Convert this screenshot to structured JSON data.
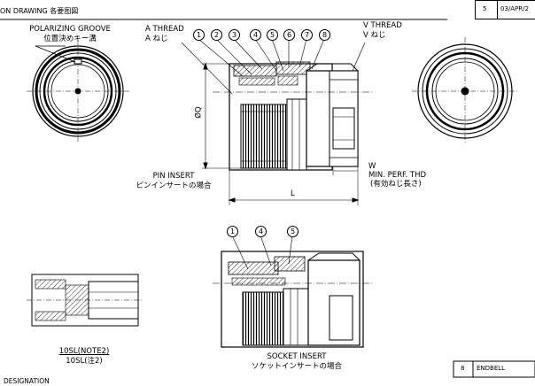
{
  "header": {
    "caption_rev": "ON DRAWING 各要图図",
    "top_fragment": "- - - - -"
  },
  "revision_block": {
    "col1": "5",
    "col2": "03/APR/2"
  },
  "front_view": {
    "title_en": "POLARIZING GROOVE",
    "title_ja": "位置決めキー溝"
  },
  "side_view": {
    "a_thread_en": "A THREAD",
    "a_thread_ja": "A ねじ",
    "v_thread_en": "V THREAD",
    "v_thread_ja": "V ねじ",
    "dim_diameter": "ØQ",
    "dim_w": "W",
    "dim_w_en": "MIN. PERF. THD",
    "dim_w_ja": "(有効ねじ長さ)",
    "dim_length": "L",
    "caption_en": "PIN INSERT",
    "caption_ja": "ピンインサートの場合",
    "balloons": [
      "1",
      "2",
      "3",
      "4",
      "5",
      "6",
      "7",
      "8"
    ]
  },
  "socket_view": {
    "caption_en": "SOCKET INSERT",
    "caption_ja": "ソケットインサートの場合",
    "balloons": [
      "1",
      "4",
      "5"
    ]
  },
  "small_view": {
    "caption_en": "10SL(NOTE2)",
    "caption_ja": "10SL(注2)"
  },
  "footer": {
    "designation": "DESIGNATION"
  },
  "parts_table": {
    "item_no": "8",
    "item_name": "ENDBELL"
  }
}
